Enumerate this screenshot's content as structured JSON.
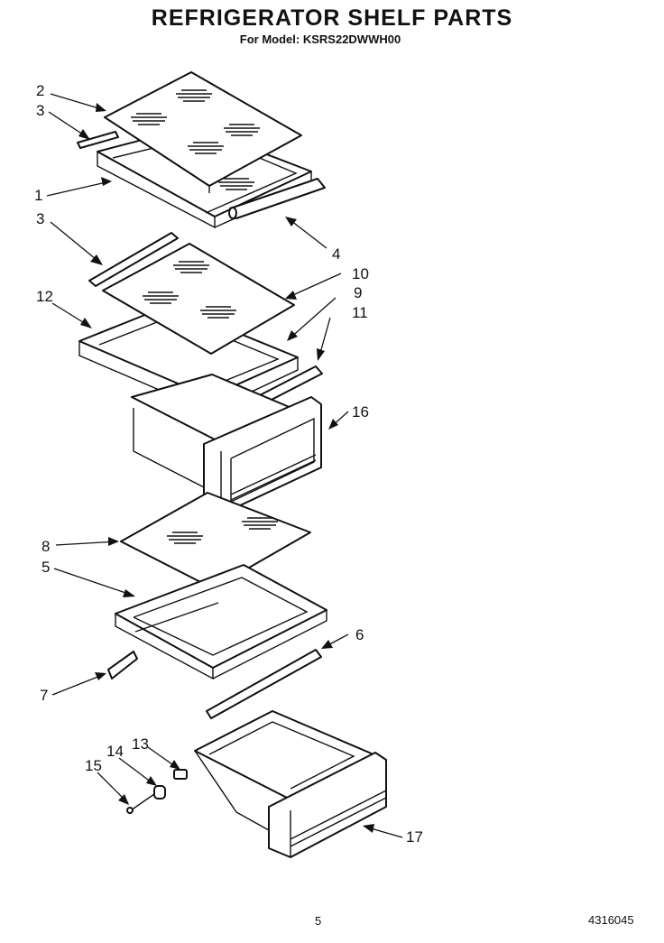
{
  "title": "REFRIGERATOR SHELF PARTS",
  "subtitle": "For Model: KSRS22DWWH00",
  "callouts": [
    "2",
    "3",
    "1",
    "3",
    "4",
    "10",
    "12",
    "9",
    "11",
    "16",
    "8",
    "5",
    "6",
    "7",
    "13",
    "14",
    "15",
    "17"
  ],
  "footer": {
    "page_number": "5",
    "doc_number": "4316045"
  }
}
